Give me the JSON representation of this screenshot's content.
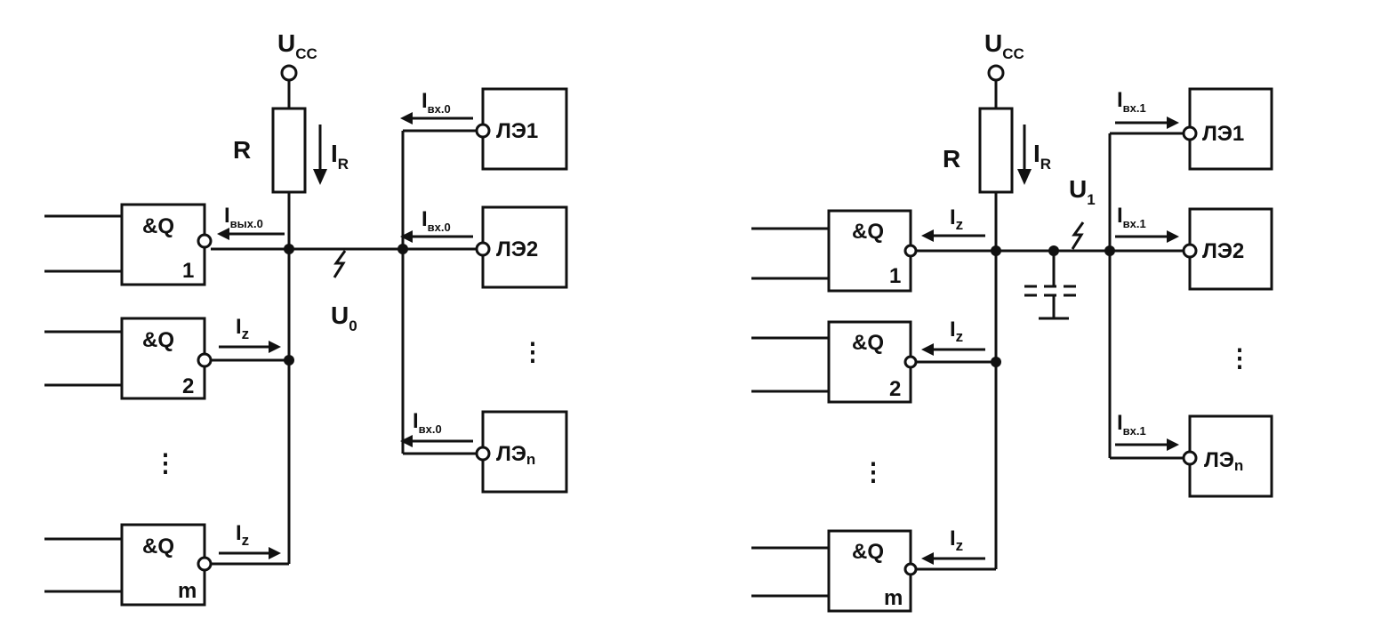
{
  "supply_label": "U",
  "supply_sub": "CC",
  "resistor_label": "R",
  "current_R": "I",
  "current_R_sub": "R",
  "gate_symbol": "&Q",
  "gate_numbers": [
    "1",
    "2",
    "m"
  ],
  "load_labels": [
    "ЛЭ1",
    "ЛЭ2"
  ],
  "load_n_base": "ЛЭ",
  "load_n_sub": "n",
  "current_out0": "I",
  "current_out0_sub": "вых.0",
  "current_in0": "I",
  "current_in0_sub": "вх.0",
  "current_in1": "I",
  "current_in1_sub": "вх.1",
  "current_z": "I",
  "current_z_sub": "z",
  "voltage_low": "U",
  "voltage_low_sub": "0",
  "voltage_high": "U",
  "voltage_high_sub": "1",
  "ellipsis": "⋮"
}
